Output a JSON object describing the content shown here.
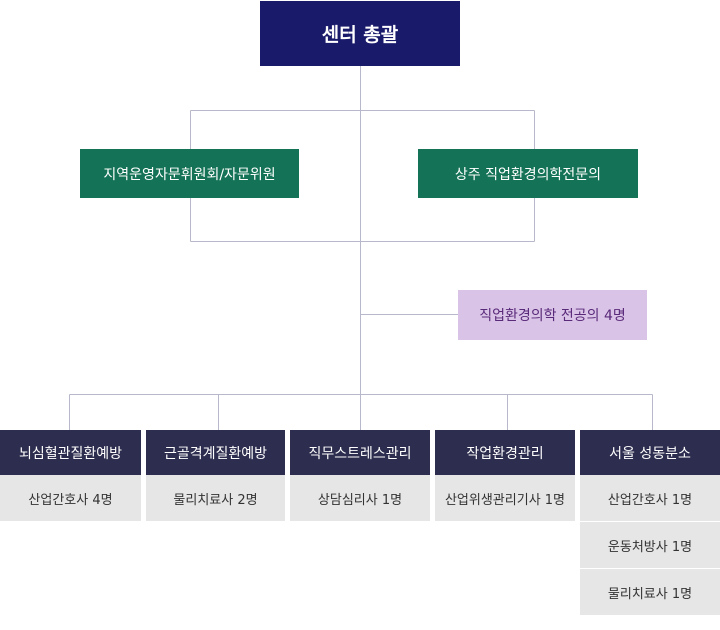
{
  "top": "센터 총괄",
  "advisors": [
    "지역운영자문휘원회/자문위원",
    "상주 직업환경의학전문의"
  ],
  "specialists": "직업환경의학 전공의 4명",
  "departments": [
    {
      "name": "뇌심혈관질환예방",
      "staff": [
        "산업간호사 4명"
      ]
    },
    {
      "name": "근골격계질환예방",
      "staff": [
        "물리치료사 2명"
      ]
    },
    {
      "name": "직무스트레스관리",
      "staff": [
        "상담심리사 1명"
      ]
    },
    {
      "name": "작업환경관리",
      "staff": [
        "산업위생관리기사 1명"
      ]
    },
    {
      "name": "서울 성동분소",
      "staff": [
        "산업간호사 1명",
        "운동처방사 1명",
        "물리치료사 1명"
      ]
    }
  ]
}
